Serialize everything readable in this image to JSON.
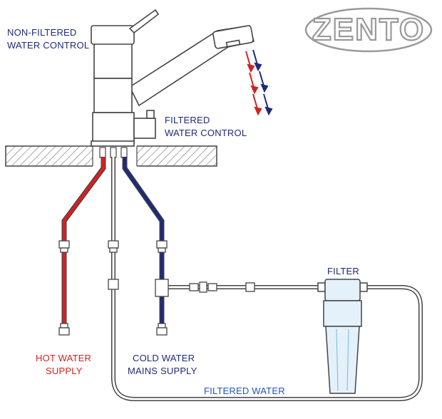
{
  "brand": {
    "logo_text": "ZENTO",
    "logo_color": "#9a9a9a"
  },
  "labels": {
    "non_filtered_control": [
      "NON-FILTERED",
      "WATER CONTROL"
    ],
    "filtered_control": [
      "FILTERED",
      "WATER CONTROL"
    ],
    "filter": "FILTER",
    "hot_water_supply": [
      "HOT WATER",
      "SUPPLY"
    ],
    "cold_water_mains_supply": [
      "COLD WATER",
      "MAINS SUPPLY"
    ],
    "filtered_water": "FILTERED WATER"
  },
  "colors": {
    "hot": "#d42020",
    "cold": "#1f2a78",
    "filtered": "#1f56b8",
    "outline": "#444444",
    "filter_fill": "#e4f1fa"
  }
}
